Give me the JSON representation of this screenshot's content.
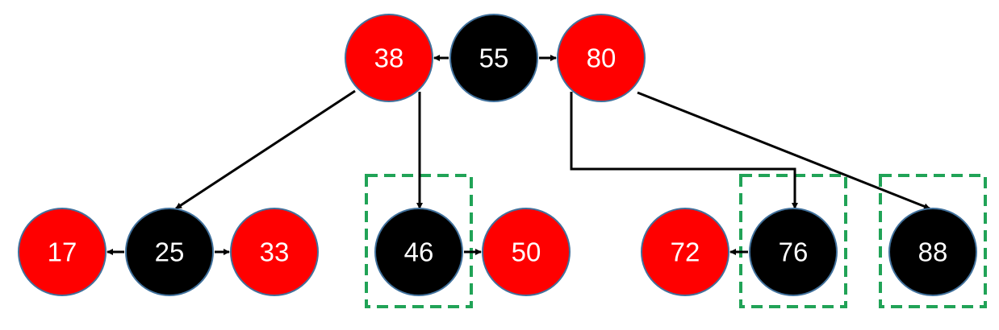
{
  "colors": {
    "red_node": "#ff0000",
    "black_node": "#000000",
    "node_outline": "#41719c",
    "label": "#ffffff",
    "edge": "#000000",
    "highlight_box": "#21a357"
  },
  "nodes": [
    {
      "key": "n38",
      "label": "38",
      "color": "red"
    },
    {
      "key": "n55",
      "label": "55",
      "color": "black"
    },
    {
      "key": "n80",
      "label": "80",
      "color": "red"
    },
    {
      "key": "n17",
      "label": "17",
      "color": "red"
    },
    {
      "key": "n25",
      "label": "25",
      "color": "black"
    },
    {
      "key": "n33",
      "label": "33",
      "color": "red"
    },
    {
      "key": "n46",
      "label": "46",
      "color": "black"
    },
    {
      "key": "n50",
      "label": "50",
      "color": "red"
    },
    {
      "key": "n72",
      "label": "72",
      "color": "red"
    },
    {
      "key": "n76",
      "label": "76",
      "color": "black"
    },
    {
      "key": "n88",
      "label": "88",
      "color": "black"
    }
  ],
  "edges": [
    {
      "from": "n55",
      "to": "n38"
    },
    {
      "from": "n55",
      "to": "n80"
    },
    {
      "from": "n25",
      "to": "n17"
    },
    {
      "from": "n25",
      "to": "n33"
    },
    {
      "from": "n46",
      "to": "n50"
    },
    {
      "from": "n76",
      "to": "n72"
    },
    {
      "from": "n38",
      "to": "n25"
    },
    {
      "from": "n38",
      "to": "n46"
    },
    {
      "from": "n80",
      "to": "n76"
    },
    {
      "from": "n80",
      "to": "n88"
    }
  ],
  "highlighted": [
    "n46",
    "n76",
    "n88"
  ]
}
